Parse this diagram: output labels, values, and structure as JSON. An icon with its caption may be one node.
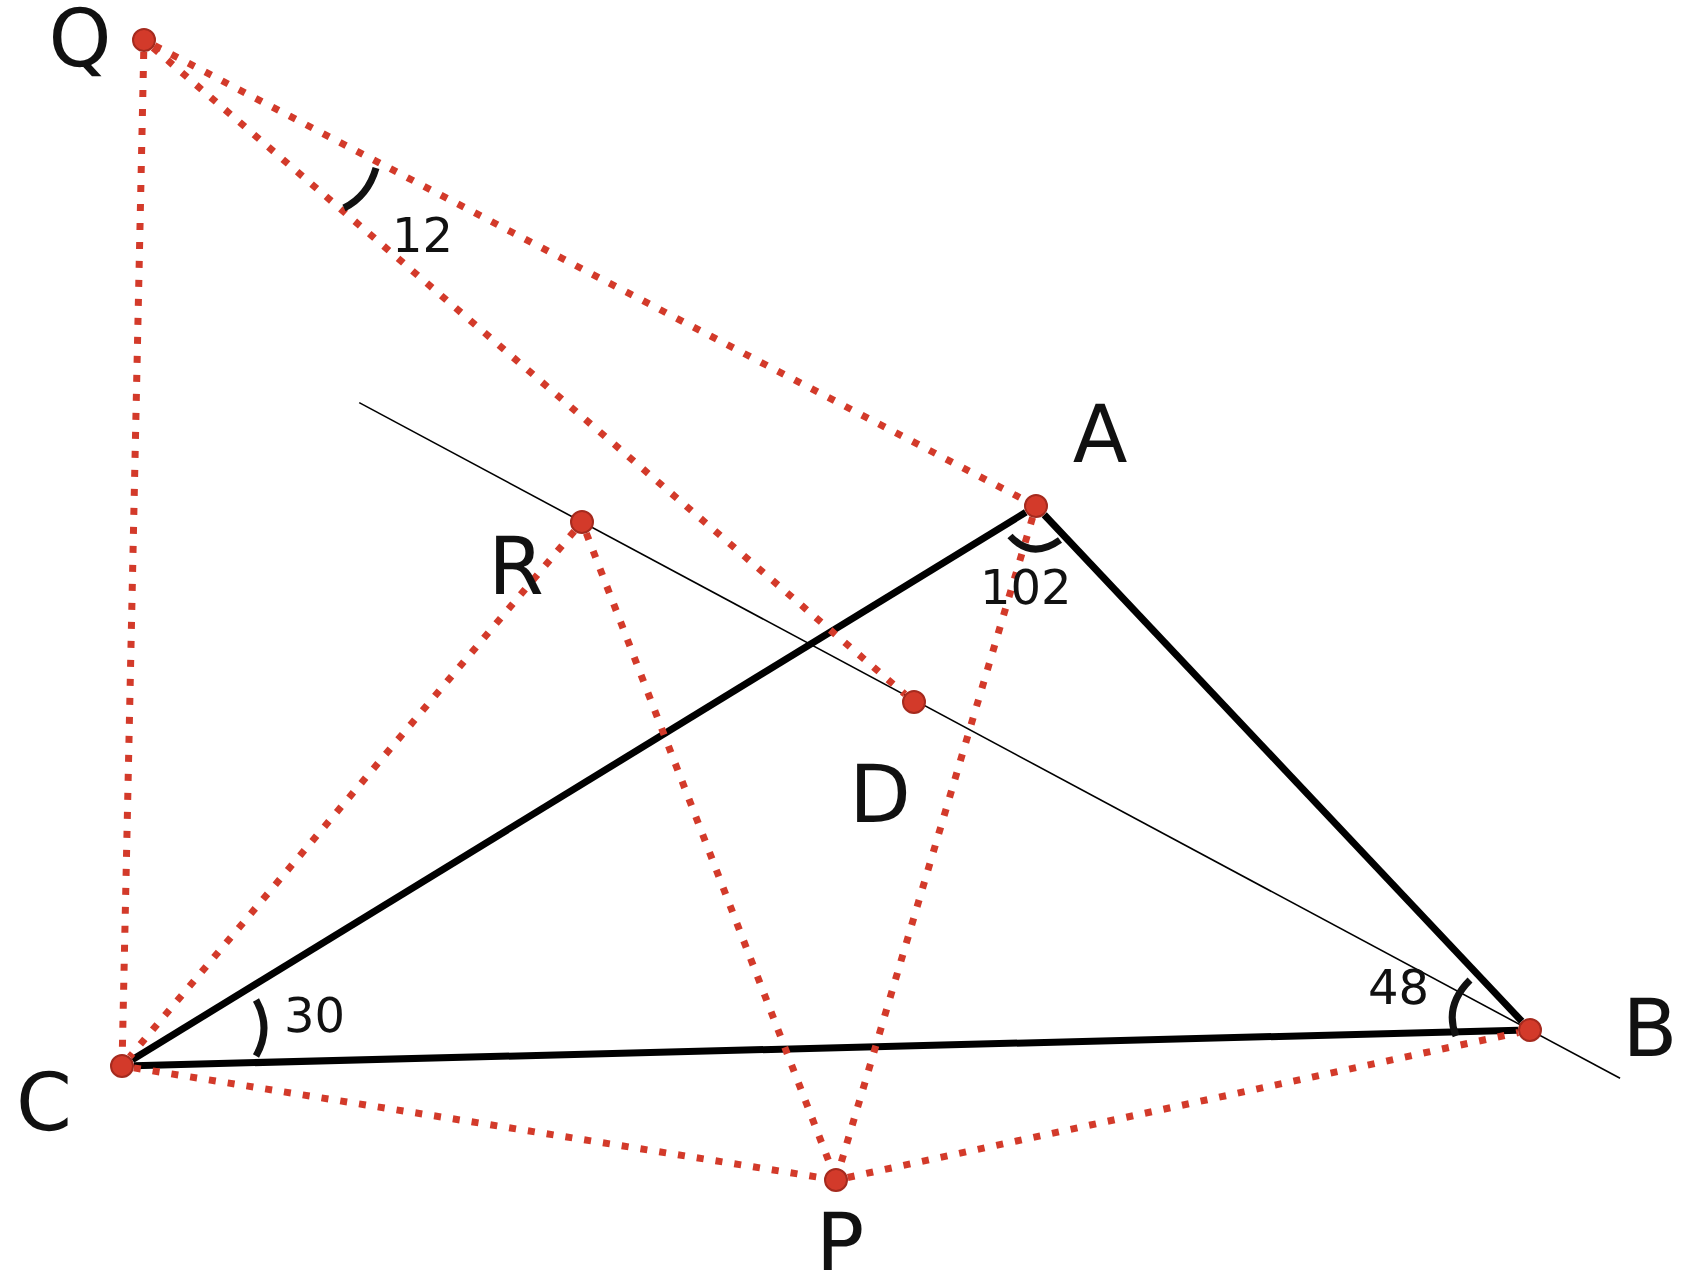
{
  "diagram": {
    "nodes": [
      {
        "text": [
          "Q"
        ]
      },
      {
        "text": [
          "A"
        ]
      },
      {
        "text": [
          "R"
        ]
      },
      {
        "text": [
          "D"
        ]
      },
      {
        "text": [
          "C"
        ]
      },
      {
        "text": [
          "B"
        ]
      },
      {
        "text": [
          "P"
        ]
      }
    ],
    "edges": [
      {
        "from": 1,
        "to": 5,
        "arrow": "none",
        "color": "#000000"
      },
      {
        "from": 1,
        "to": 4,
        "arrow": "none",
        "color": "#000000"
      },
      {
        "from": 4,
        "to": 5,
        "arrow": "none",
        "color": "#000000"
      },
      {
        "from": 0,
        "to": 4,
        "arrow": "none",
        "style": "dashed"
      },
      {
        "from": 0,
        "to": 1,
        "arrow": "none",
        "style": "dashed"
      },
      {
        "from": 0,
        "to": 3,
        "arrow": "none",
        "style": "dashed"
      },
      {
        "from": 1,
        "to": 6,
        "arrow": "none",
        "style": "dashed"
      },
      {
        "from": 2,
        "to": 4,
        "arrow": "none",
        "style": "dashed"
      },
      {
        "from": 2,
        "to": 6,
        "arrow": "none",
        "style": "dashed"
      },
      {
        "from": 4,
        "to": 6,
        "arrow": "none",
        "style": "dashed"
      },
      {
        "from": 6,
        "to": 5,
        "arrow": "none",
        "style": "dashed"
      }
    ],
    "labels": [
      "12",
      "102",
      "30",
      "48"
    ]
  }
}
